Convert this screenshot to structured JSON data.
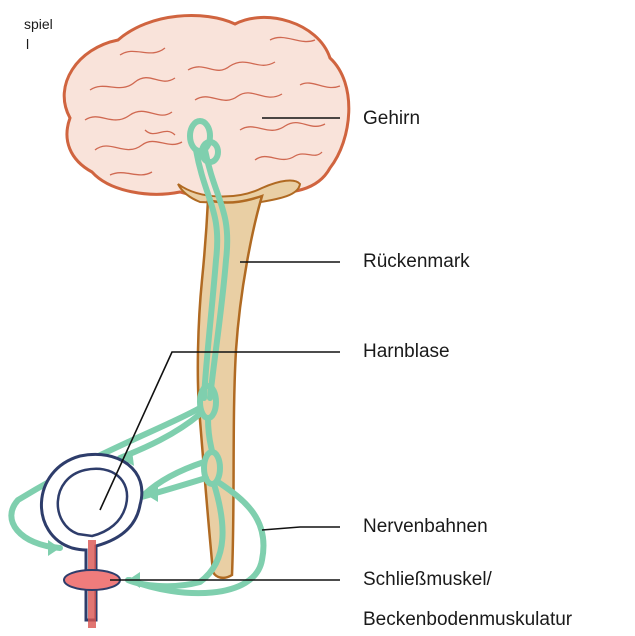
{
  "corner_text": {
    "line1": "spiel",
    "line2": "l"
  },
  "labels": {
    "brain": "Gehirn",
    "spinal_cord": "Rückenmark",
    "bladder": "Harnblase",
    "nerves": "Nervenbahnen",
    "sphincter_line1": "Schließmuskel/",
    "sphincter_line2": "Beckenbodenmuskulatur"
  },
  "colors": {
    "brain_outline": "#d0643f",
    "brain_fill": "#f9e3da",
    "brain_folds": "#c9543a",
    "spine_outline": "#b06a22",
    "spine_fill": "#e9cfa4",
    "nerve": "#7fcfae",
    "bladder": "#2e3d6b",
    "urethra": "#d9534f",
    "leader": "#111111"
  }
}
